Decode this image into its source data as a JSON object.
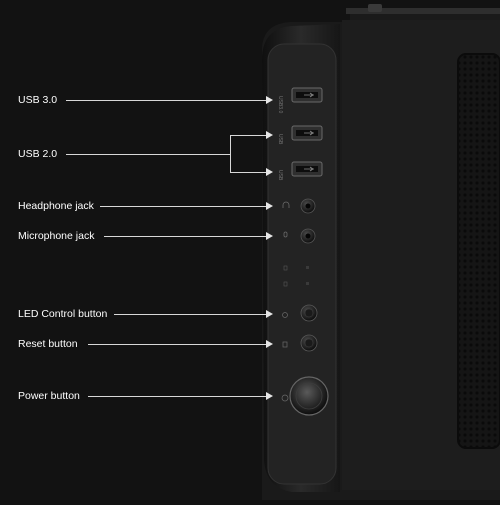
{
  "labels": {
    "usb3": "USB 3.0",
    "usb2": "USB 2.0",
    "headphone": "Headphone jack",
    "microphone": "Microphone jack",
    "led": "LED Control button",
    "reset": "Reset button",
    "power": "Power button"
  },
  "port_marks": {
    "usb3_top": "USB3.0",
    "usb2_a": "USB",
    "usb2_b": "USB"
  },
  "colors": {
    "background": "#121212",
    "case": "#1b1b1b",
    "panel": "#232323",
    "label_text": "#ffffff",
    "leader_line": "#d8d8d8"
  },
  "icons": {
    "usb": "usb-icon",
    "headphone": "headphone-icon",
    "microphone": "microphone-icon",
    "led": "light-icon",
    "reset": "reset-icon",
    "power": "power-icon"
  }
}
